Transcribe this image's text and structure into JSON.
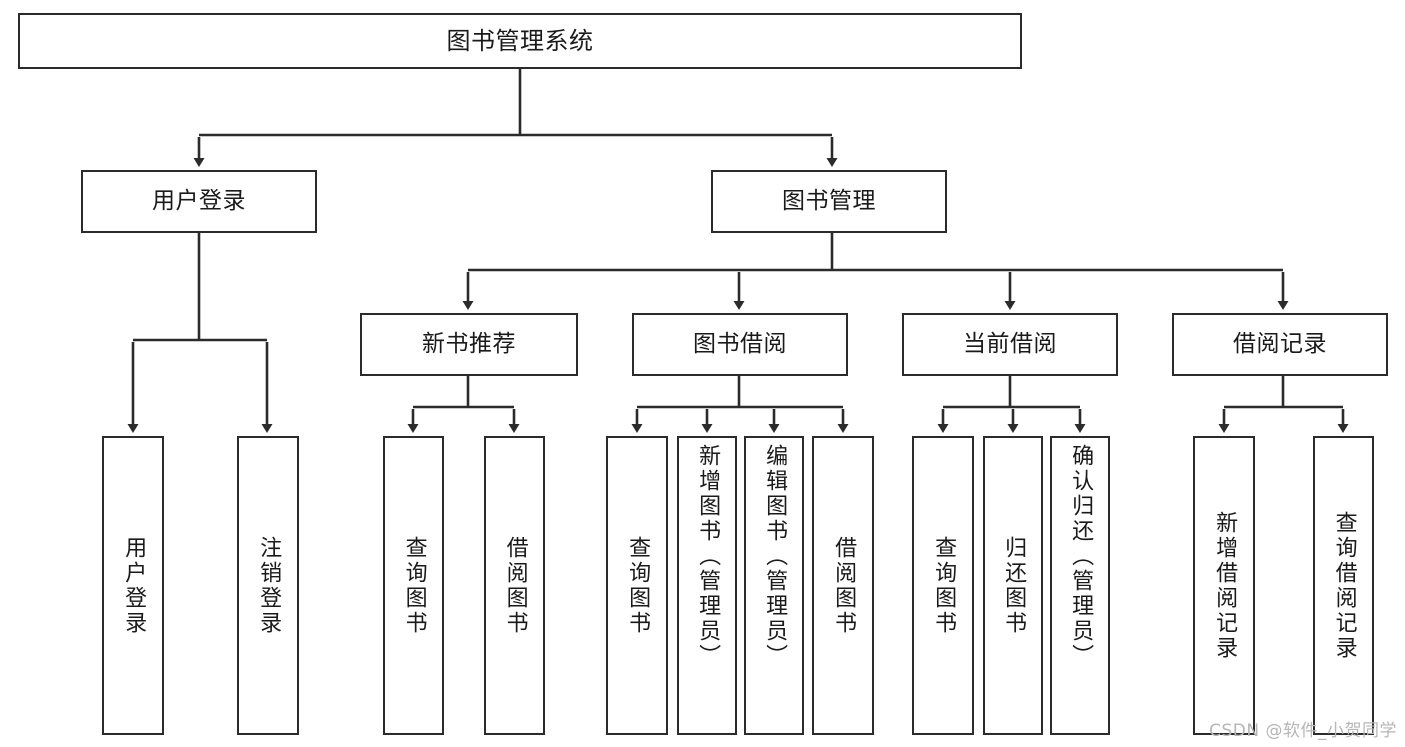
{
  "diagram": {
    "type": "tree",
    "title": "图书管理系统",
    "orientation": "top-down",
    "colors": {
      "box_border": "#2b2b2b",
      "box_fill": "#ffffff",
      "edge": "#2b2b2b",
      "text": "#1a1a1a",
      "watermark": "#b6b6b6",
      "background": "#ffffff"
    },
    "nodes": {
      "root": {
        "label": "图书管理系统",
        "level": 1,
        "text_direction": "horizontal"
      },
      "user_login": {
        "label": "用户登录",
        "level": 2,
        "text_direction": "horizontal"
      },
      "book_manage": {
        "label": "图书管理",
        "level": 2,
        "text_direction": "horizontal"
      },
      "new_book_rec": {
        "label": "新书推荐",
        "level": 3,
        "text_direction": "horizontal"
      },
      "book_borrow": {
        "label": "图书借阅",
        "level": 3,
        "text_direction": "horizontal"
      },
      "current_borrow": {
        "label": "当前借阅",
        "level": 3,
        "text_direction": "horizontal"
      },
      "borrow_record": {
        "label": "借阅记录",
        "level": 3,
        "text_direction": "horizontal"
      },
      "leaf_user_login": {
        "label": "用户登录",
        "level": 4,
        "text_direction": "vertical"
      },
      "leaf_logout": {
        "label": "注销登录",
        "level": 4,
        "text_direction": "vertical"
      },
      "leaf_query_book_1": {
        "label": "查询图书",
        "level": 4,
        "text_direction": "vertical"
      },
      "leaf_borrow_book_1": {
        "label": "借阅图书",
        "level": 4,
        "text_direction": "vertical"
      },
      "leaf_query_book_2": {
        "label": "查询图书",
        "level": 4,
        "text_direction": "vertical"
      },
      "leaf_add_book": {
        "label": "新增图书（管理员）",
        "level": 4,
        "text_direction": "vertical"
      },
      "leaf_edit_book": {
        "label": "编辑图书（管理员）",
        "level": 4,
        "text_direction": "vertical"
      },
      "leaf_borrow_book_2": {
        "label": "借阅图书",
        "level": 4,
        "text_direction": "vertical"
      },
      "leaf_query_book_3": {
        "label": "查询图书",
        "level": 4,
        "text_direction": "vertical"
      },
      "leaf_return_book": {
        "label": "归还图书",
        "level": 4,
        "text_direction": "vertical"
      },
      "leaf_confirm_return": {
        "label": "确认归还（管理员）",
        "level": 4,
        "text_direction": "vertical"
      },
      "leaf_add_record": {
        "label": "新增借阅记录",
        "level": 4,
        "text_direction": "vertical"
      },
      "leaf_query_record": {
        "label": "查询借阅记录",
        "level": 4,
        "text_direction": "vertical"
      }
    },
    "edges": [
      {
        "from": "root",
        "to": "user_login",
        "arrow": true
      },
      {
        "from": "root",
        "to": "book_manage",
        "arrow": true
      },
      {
        "from": "user_login",
        "to": "leaf_user_login",
        "arrow": true
      },
      {
        "from": "user_login",
        "to": "leaf_logout",
        "arrow": true
      },
      {
        "from": "book_manage",
        "to": "new_book_rec",
        "arrow": true
      },
      {
        "from": "book_manage",
        "to": "book_borrow",
        "arrow": true
      },
      {
        "from": "book_manage",
        "to": "current_borrow",
        "arrow": true
      },
      {
        "from": "book_manage",
        "to": "borrow_record",
        "arrow": true
      },
      {
        "from": "new_book_rec",
        "to": "leaf_query_book_1",
        "arrow": true
      },
      {
        "from": "new_book_rec",
        "to": "leaf_borrow_book_1",
        "arrow": true
      },
      {
        "from": "book_borrow",
        "to": "leaf_query_book_2",
        "arrow": true
      },
      {
        "from": "book_borrow",
        "to": "leaf_add_book",
        "arrow": true
      },
      {
        "from": "book_borrow",
        "to": "leaf_edit_book",
        "arrow": true
      },
      {
        "from": "book_borrow",
        "to": "leaf_borrow_book_2",
        "arrow": true
      },
      {
        "from": "current_borrow",
        "to": "leaf_query_book_3",
        "arrow": true
      },
      {
        "from": "current_borrow",
        "to": "leaf_return_book",
        "arrow": true
      },
      {
        "from": "current_borrow",
        "to": "leaf_confirm_return",
        "arrow": true
      },
      {
        "from": "borrow_record",
        "to": "leaf_add_record",
        "arrow": true
      },
      {
        "from": "borrow_record",
        "to": "leaf_query_record",
        "arrow": true
      }
    ]
  },
  "watermark": {
    "text": "CSDN @软件_小贺同学"
  }
}
